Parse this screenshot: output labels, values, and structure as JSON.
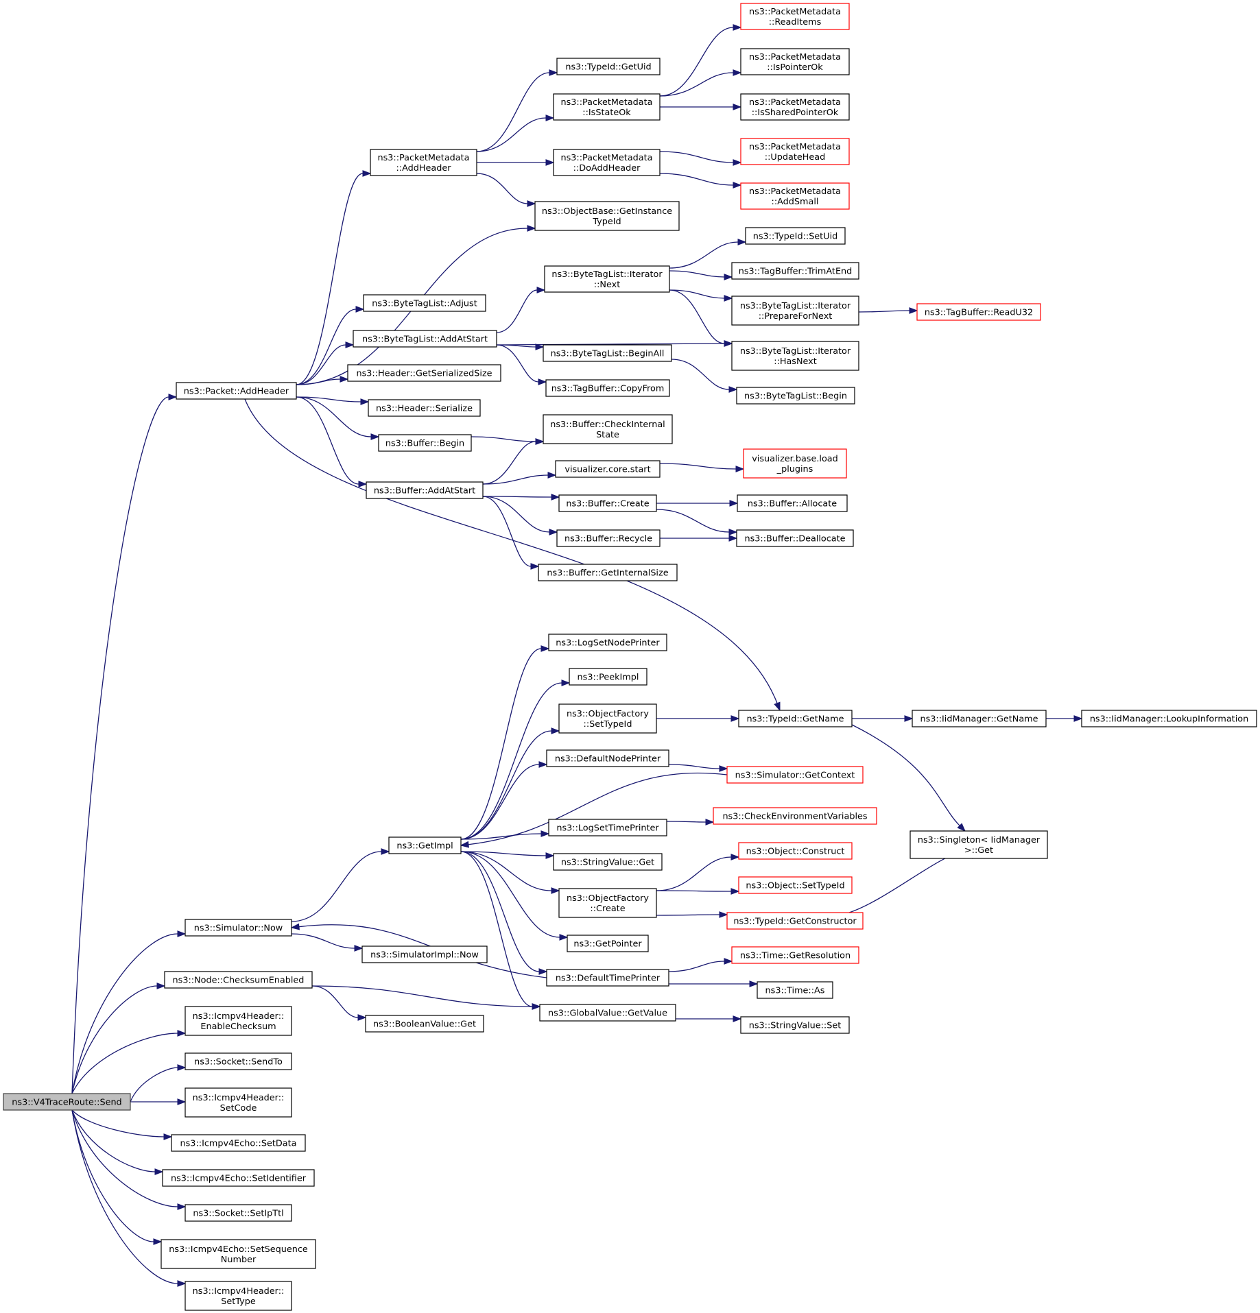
{
  "colors": {
    "edge": "#191970",
    "node_border": "#000000",
    "truncated_border": "#ff0000",
    "root_fill": "#bfbfbf",
    "background": "#ffffff"
  },
  "nodes": [
    {
      "id": "send",
      "lines": [
        "ns3::V4TraceRoute::Send"
      ],
      "style": "root"
    },
    {
      "id": "pkt_addheader",
      "lines": [
        "ns3::Packet::AddHeader"
      ]
    },
    {
      "id": "sim_now",
      "lines": [
        "ns3::Simulator::Now"
      ]
    },
    {
      "id": "node_cksum",
      "lines": [
        "ns3::Node::ChecksumEnabled"
      ]
    },
    {
      "id": "icmp_enablecksum",
      "lines": [
        "ns3::Icmpv4Header::",
        "EnableChecksum"
      ]
    },
    {
      "id": "sock_sendto",
      "lines": [
        "ns3::Socket::SendTo"
      ]
    },
    {
      "id": "icmp_setcode",
      "lines": [
        "ns3::Icmpv4Header::",
        "SetCode"
      ]
    },
    {
      "id": "echo_setdata",
      "lines": [
        "ns3::Icmpv4Echo::SetData"
      ]
    },
    {
      "id": "echo_setid",
      "lines": [
        "ns3::Icmpv4Echo::SetIdentifier"
      ]
    },
    {
      "id": "sock_setipttl",
      "lines": [
        "ns3::Socket::SetIpTtl"
      ]
    },
    {
      "id": "echo_setseq",
      "lines": [
        "ns3::Icmpv4Echo::SetSequence",
        "Number"
      ]
    },
    {
      "id": "icmp_settype",
      "lines": [
        "ns3::Icmpv4Header::",
        "SetType"
      ]
    },
    {
      "id": "pm_addheader",
      "lines": [
        "ns3::PacketMetadata",
        "::AddHeader"
      ]
    },
    {
      "id": "btl_adjust",
      "lines": [
        "ns3::ByteTagList::Adjust"
      ]
    },
    {
      "id": "btl_addatstart",
      "lines": [
        "ns3::ByteTagList::AddAtStart"
      ]
    },
    {
      "id": "hdr_getsersize",
      "lines": [
        "ns3::Header::GetSerializedSize"
      ]
    },
    {
      "id": "hdr_serialize",
      "lines": [
        "ns3::Header::Serialize"
      ]
    },
    {
      "id": "buf_begin",
      "lines": [
        "ns3::Buffer::Begin"
      ]
    },
    {
      "id": "buf_addatstart",
      "lines": [
        "ns3::Buffer::AddAtStart"
      ]
    },
    {
      "id": "getimpl",
      "lines": [
        "ns3::GetImpl"
      ]
    },
    {
      "id": "simimpl_now",
      "lines": [
        "ns3::SimulatorImpl::Now"
      ]
    },
    {
      "id": "bool_get",
      "lines": [
        "ns3::BooleanValue::Get"
      ]
    },
    {
      "id": "typeid_getuid",
      "lines": [
        "ns3::TypeId::GetUid"
      ]
    },
    {
      "id": "pm_isstateok",
      "lines": [
        "ns3::PacketMetadata",
        "::IsStateOk"
      ]
    },
    {
      "id": "pm_doaddheader",
      "lines": [
        "ns3::PacketMetadata",
        "::DoAddHeader"
      ]
    },
    {
      "id": "ob_getinstancetypeid",
      "lines": [
        "ns3::ObjectBase::GetInstance",
        "TypeId"
      ]
    },
    {
      "id": "btli_next",
      "lines": [
        "ns3::ByteTagList::Iterator",
        "::Next"
      ]
    },
    {
      "id": "btl_beginall",
      "lines": [
        "ns3::ByteTagList::BeginAll"
      ]
    },
    {
      "id": "tb_copyfrom",
      "lines": [
        "ns3::TagBuffer::CopyFrom"
      ]
    },
    {
      "id": "buf_checkinternal",
      "lines": [
        "ns3::Buffer::CheckInternal",
        "State"
      ]
    },
    {
      "id": "vis_core_start",
      "lines": [
        "visualizer.core.start"
      ]
    },
    {
      "id": "buf_create",
      "lines": [
        "ns3::Buffer::Create"
      ]
    },
    {
      "id": "buf_recycle",
      "lines": [
        "ns3::Buffer::Recycle"
      ]
    },
    {
      "id": "buf_getinternalsize",
      "lines": [
        "ns3::Buffer::GetInternalSize"
      ]
    },
    {
      "id": "logsetnodeprinter",
      "lines": [
        "ns3::LogSetNodePrinter"
      ]
    },
    {
      "id": "peekimpl",
      "lines": [
        "ns3::PeekImpl"
      ]
    },
    {
      "id": "of_settypeid",
      "lines": [
        "ns3::ObjectFactory",
        "::SetTypeId"
      ]
    },
    {
      "id": "defaultnodeprinter",
      "lines": [
        "ns3::DefaultNodePrinter"
      ]
    },
    {
      "id": "logsettimeprinter",
      "lines": [
        "ns3::LogSetTimePrinter"
      ]
    },
    {
      "id": "sv_get",
      "lines": [
        "ns3::StringValue::Get"
      ]
    },
    {
      "id": "of_create",
      "lines": [
        "ns3::ObjectFactory",
        "::Create"
      ]
    },
    {
      "id": "getpointer",
      "lines": [
        "ns3::GetPointer"
      ]
    },
    {
      "id": "defaulttimeprinter",
      "lines": [
        "ns3::DefaultTimePrinter"
      ]
    },
    {
      "id": "gv_getvalue",
      "lines": [
        "ns3::GlobalValue::GetValue"
      ]
    },
    {
      "id": "pm_readitems",
      "lines": [
        "ns3::PacketMetadata",
        "::ReadItems"
      ],
      "style": "trunc"
    },
    {
      "id": "pm_ispointerok",
      "lines": [
        "ns3::PacketMetadata",
        "::IsPointerOk"
      ]
    },
    {
      "id": "pm_issharedpointerok",
      "lines": [
        "ns3::PacketMetadata",
        "::IsSharedPointerOk"
      ]
    },
    {
      "id": "pm_updatehead",
      "lines": [
        "ns3::PacketMetadata",
        "::UpdateHead"
      ],
      "style": "trunc"
    },
    {
      "id": "pm_addsmall",
      "lines": [
        "ns3::PacketMetadata",
        "::AddSmall"
      ],
      "style": "trunc"
    },
    {
      "id": "typeid_setuid",
      "lines": [
        "ns3::TypeId::SetUid"
      ]
    },
    {
      "id": "tb_trimatend",
      "lines": [
        "ns3::TagBuffer::TrimAtEnd"
      ]
    },
    {
      "id": "btli_preparefornext",
      "lines": [
        "ns3::ByteTagList::Iterator",
        "::PrepareForNext"
      ]
    },
    {
      "id": "btli_hasnext",
      "lines": [
        "ns3::ByteTagList::Iterator",
        "::HasNext"
      ]
    },
    {
      "id": "btl_begin",
      "lines": [
        "ns3::ByteTagList::Begin"
      ]
    },
    {
      "id": "vis_base_load",
      "lines": [
        "visualizer.base.load",
        "_plugins"
      ],
      "style": "trunc"
    },
    {
      "id": "buf_allocate",
      "lines": [
        "ns3::Buffer::Allocate"
      ]
    },
    {
      "id": "buf_deallocate",
      "lines": [
        "ns3::Buffer::Deallocate"
      ]
    },
    {
      "id": "typeid_getname",
      "lines": [
        "ns3::TypeId::GetName"
      ]
    },
    {
      "id": "sim_getcontext",
      "lines": [
        "ns3::Simulator::GetContext"
      ],
      "style": "trunc"
    },
    {
      "id": "checkenvvars",
      "lines": [
        "ns3::CheckEnvironmentVariables"
      ],
      "style": "trunc"
    },
    {
      "id": "obj_construct",
      "lines": [
        "ns3::Object::Construct"
      ],
      "style": "trunc"
    },
    {
      "id": "obj_settypeid",
      "lines": [
        "ns3::Object::SetTypeId"
      ],
      "style": "trunc"
    },
    {
      "id": "typeid_getconstructor",
      "lines": [
        "ns3::TypeId::GetConstructor"
      ],
      "style": "trunc"
    },
    {
      "id": "time_getresolution",
      "lines": [
        "ns3::Time::GetResolution"
      ],
      "style": "trunc"
    },
    {
      "id": "time_as",
      "lines": [
        "ns3::Time::As"
      ]
    },
    {
      "id": "sv_set",
      "lines": [
        "ns3::StringValue::Set"
      ]
    },
    {
      "id": "tb_readu32",
      "lines": [
        "ns3::TagBuffer::ReadU32"
      ],
      "style": "trunc"
    },
    {
      "id": "iidmgr_getname",
      "lines": [
        "ns3::IidManager::GetName"
      ]
    },
    {
      "id": "singleton_get",
      "lines": [
        "ns3::Singleton< IidManager",
        ">::Get"
      ]
    },
    {
      "id": "iidmgr_lookup",
      "lines": [
        "ns3::IidManager::LookupInformation"
      ]
    }
  ],
  "edges": [
    [
      "send",
      "pkt_addheader"
    ],
    [
      "send",
      "sim_now"
    ],
    [
      "send",
      "node_cksum"
    ],
    [
      "send",
      "icmp_enablecksum"
    ],
    [
      "send",
      "sock_sendto"
    ],
    [
      "send",
      "icmp_setcode"
    ],
    [
      "send",
      "echo_setdata"
    ],
    [
      "send",
      "echo_setid"
    ],
    [
      "send",
      "sock_setipttl"
    ],
    [
      "send",
      "echo_setseq"
    ],
    [
      "send",
      "icmp_settype"
    ],
    [
      "pkt_addheader",
      "pm_addheader"
    ],
    [
      "pkt_addheader",
      "ob_getinstancetypeid"
    ],
    [
      "pkt_addheader",
      "btl_adjust"
    ],
    [
      "pkt_addheader",
      "btl_addatstart"
    ],
    [
      "pkt_addheader",
      "hdr_getsersize"
    ],
    [
      "pkt_addheader",
      "hdr_serialize"
    ],
    [
      "pkt_addheader",
      "buf_begin"
    ],
    [
      "pkt_addheader",
      "buf_addatstart"
    ],
    [
      "pkt_addheader",
      "typeid_getname"
    ],
    [
      "pm_addheader",
      "typeid_getuid"
    ],
    [
      "pm_addheader",
      "pm_isstateok"
    ],
    [
      "pm_addheader",
      "pm_doaddheader"
    ],
    [
      "pm_addheader",
      "ob_getinstancetypeid"
    ],
    [
      "pm_isstateok",
      "pm_readitems"
    ],
    [
      "pm_isstateok",
      "pm_ispointerok"
    ],
    [
      "pm_isstateok",
      "pm_issharedpointerok"
    ],
    [
      "pm_doaddheader",
      "pm_updatehead"
    ],
    [
      "pm_doaddheader",
      "pm_addsmall"
    ],
    [
      "btl_addatstart",
      "btli_next"
    ],
    [
      "btl_addatstart",
      "btli_hasnext"
    ],
    [
      "btl_addatstart",
      "btl_beginall"
    ],
    [
      "btl_addatstart",
      "tb_copyfrom"
    ],
    [
      "btli_next",
      "typeid_setuid"
    ],
    [
      "btli_next",
      "tb_trimatend"
    ],
    [
      "btli_next",
      "btli_preparefornext"
    ],
    [
      "btli_next",
      "btli_hasnext"
    ],
    [
      "btli_preparefornext",
      "tb_readu32"
    ],
    [
      "btl_beginall",
      "btl_begin"
    ],
    [
      "buf_begin",
      "buf_checkinternal"
    ],
    [
      "buf_addatstart",
      "buf_checkinternal"
    ],
    [
      "buf_addatstart",
      "vis_core_start"
    ],
    [
      "buf_addatstart",
      "buf_create"
    ],
    [
      "buf_addatstart",
      "buf_recycle"
    ],
    [
      "buf_addatstart",
      "buf_getinternalsize"
    ],
    [
      "vis_core_start",
      "vis_base_load"
    ],
    [
      "buf_create",
      "buf_allocate"
    ],
    [
      "buf_create",
      "buf_deallocate"
    ],
    [
      "buf_recycle",
      "buf_deallocate"
    ],
    [
      "sim_now",
      "getimpl"
    ],
    [
      "sim_now",
      "simimpl_now"
    ],
    [
      "getimpl",
      "logsetnodeprinter"
    ],
    [
      "getimpl",
      "peekimpl"
    ],
    [
      "getimpl",
      "of_settypeid"
    ],
    [
      "getimpl",
      "defaultnodeprinter"
    ],
    [
      "getimpl",
      "logsettimeprinter"
    ],
    [
      "getimpl",
      "sv_get"
    ],
    [
      "getimpl",
      "of_create"
    ],
    [
      "getimpl",
      "getpointer"
    ],
    [
      "getimpl",
      "defaulttimeprinter"
    ],
    [
      "getimpl",
      "gv_getvalue"
    ],
    [
      "of_settypeid",
      "typeid_getname"
    ],
    [
      "defaultnodeprinter",
      "sim_getcontext"
    ],
    [
      "sim_getcontext",
      "getimpl"
    ],
    [
      "logsettimeprinter",
      "checkenvvars"
    ],
    [
      "of_create",
      "obj_construct"
    ],
    [
      "of_create",
      "obj_settypeid"
    ],
    [
      "of_create",
      "typeid_getconstructor"
    ],
    [
      "typeid_getconstructor",
      "singleton_get"
    ],
    [
      "defaulttimeprinter",
      "sim_now"
    ],
    [
      "defaulttimeprinter",
      "time_getresolution"
    ],
    [
      "defaulttimeprinter",
      "time_as"
    ],
    [
      "gv_getvalue",
      "sv_set"
    ],
    [
      "node_cksum",
      "bool_get"
    ],
    [
      "node_cksum",
      "gv_getvalue"
    ],
    [
      "typeid_getname",
      "iidmgr_getname"
    ],
    [
      "typeid_getname",
      "singleton_get"
    ],
    [
      "iidmgr_getname",
      "iidmgr_lookup"
    ]
  ]
}
